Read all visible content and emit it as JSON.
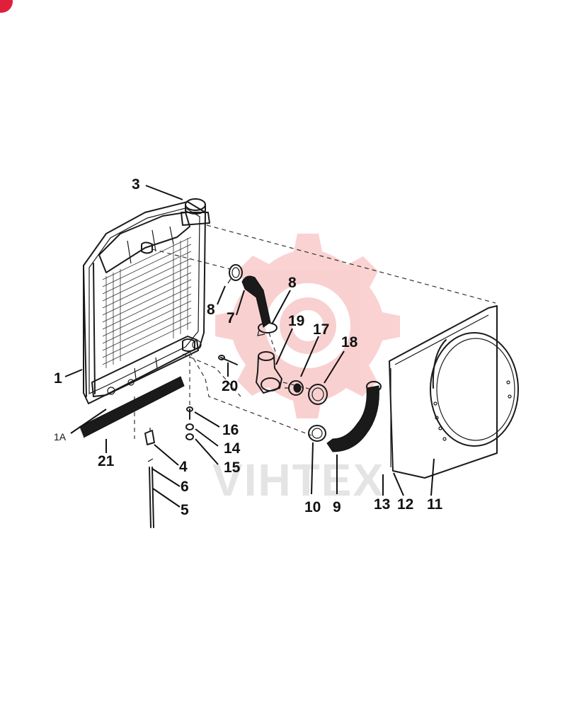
{
  "diagram": {
    "callouts": {
      "c1": "1",
      "c1a": "1A",
      "c3": "3",
      "c4": "4",
      "c5": "5",
      "c6": "6",
      "c7": "7",
      "c8a": "8",
      "c8b": "8",
      "c9": "9",
      "c10": "10",
      "c11": "11",
      "c12": "12",
      "c13": "13",
      "c14": "14",
      "c15": "15",
      "c16": "16",
      "c17": "17",
      "c18": "18",
      "c19": "19",
      "c20": "20",
      "c21": "21"
    },
    "watermark": {
      "text": "VIHTEX",
      "color": "#f2b8b8"
    },
    "corner_badge_color": "#e0203a"
  }
}
